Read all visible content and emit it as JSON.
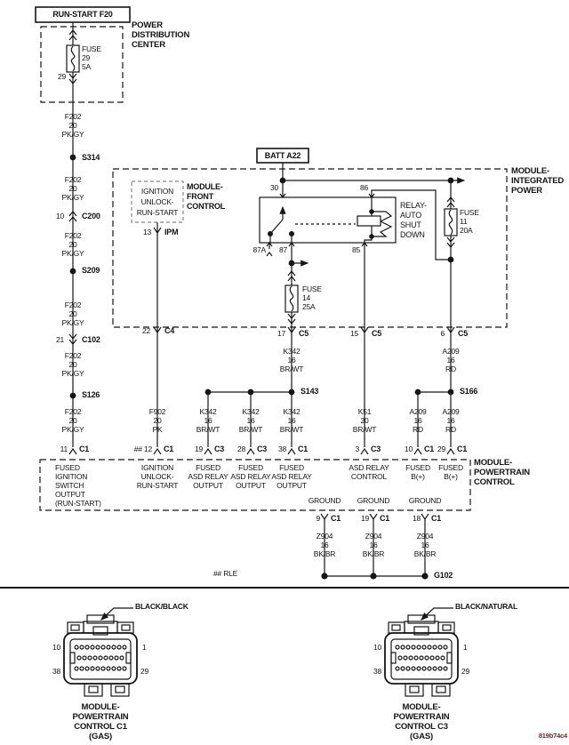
{
  "pdc": {
    "title": "RUN-START F20",
    "module": "POWER\nDISTRIBUTION\nCENTER",
    "fuse": "FUSE\n29\n5A",
    "pin29": "29"
  },
  "left": {
    "wire": "F202\n20\nPK/GY",
    "s314": "S314",
    "c200_pin": "10",
    "c200": "C200",
    "s209": "S209",
    "c102_pin": "21",
    "c102": "C102",
    "s126": "S126"
  },
  "fcm": {
    "box": "IGNITION\nUNLOCK-\nRUN-START",
    "module": "MODULE-\nFRONT\nCONTROL",
    "pin13": "13",
    "ipm": "IPM",
    "c4_pin": "22",
    "c4": "C4",
    "wire_f902": "F902\n20\nPK"
  },
  "ipm": {
    "batt": "BATT A22",
    "module": "MODULE-\nINTEGRATED\nPOWER",
    "relay": "RELAY-\nAUTO\nSHUT\nDOWN",
    "pin30": "30",
    "pin86": "86",
    "pin87a": "87A",
    "pin87": "87",
    "pin85": "85",
    "fuse11": "FUSE\n11\n20A",
    "fuse14": "FUSE\n14\n25A"
  },
  "c5": {
    "pin17": "17",
    "pin15": "15",
    "pin6": "6",
    "label": "C5"
  },
  "wires": {
    "k342": "K342\n16\nBR/WT",
    "k51": "K51\n20\nBR/WT",
    "a209": "A209\n16\nRD",
    "z904": "Z904\n16\nBK/BR"
  },
  "splices": {
    "s143": "S143",
    "s166": "S166"
  },
  "pcm": {
    "module": "MODULE-\nPOWERTRAIN\nCONTROL",
    "pins": [
      {
        "num": "11",
        "conn": "C1",
        "label": "FUSED\nIGNITION\nSWITCH\nOUTPUT\n(RUN-START)"
      },
      {
        "num": "## 12",
        "conn": "C1",
        "label": "IGNITION\nUNLOCK-\nRUN-START"
      },
      {
        "num": "19",
        "conn": "C3",
        "label": "FUSED\nASD RELAY\nOUTPUT"
      },
      {
        "num": "28",
        "conn": "C3",
        "label": "FUSED\nASD RELAY\nOUTPUT"
      },
      {
        "num": "38",
        "conn": "C1",
        "label": "FUSED\nASD RELAY\nOUTPUT"
      },
      {
        "num": "3",
        "conn": "C3",
        "label": "ASD RELAY\nCONTROL"
      },
      {
        "num": "10",
        "conn": "C1",
        "label": "FUSED\nB(+)"
      },
      {
        "num": "29",
        "conn": "C1",
        "label": "FUSED\nB(+)"
      }
    ],
    "ground_label": "GROUND",
    "grounds": [
      {
        "num": "9",
        "conn": "C1"
      },
      {
        "num": "19",
        "conn": "C1"
      },
      {
        "num": "18",
        "conn": "C1"
      }
    ],
    "g102": "G102"
  },
  "note": "## RLE",
  "connectors": [
    {
      "color": "BLACK/BLACK",
      "caption": "MODULE-\nPOWERTRAIN\nCONTROL C1\n(GAS)",
      "pins": {
        "tl": "10",
        "tr": "1",
        "bl": "38",
        "br": "29"
      }
    },
    {
      "color": "BLACK/NATURAL",
      "caption": "MODULE-\nPOWERTRAIN\nCONTROL C3\n(GAS)",
      "pins": {
        "tl": "10",
        "tr": "1",
        "bl": "38",
        "br": "29"
      }
    }
  ],
  "code": "819b74c4",
  "colors": {
    "line": "#161616",
    "code": "#7c2020"
  }
}
